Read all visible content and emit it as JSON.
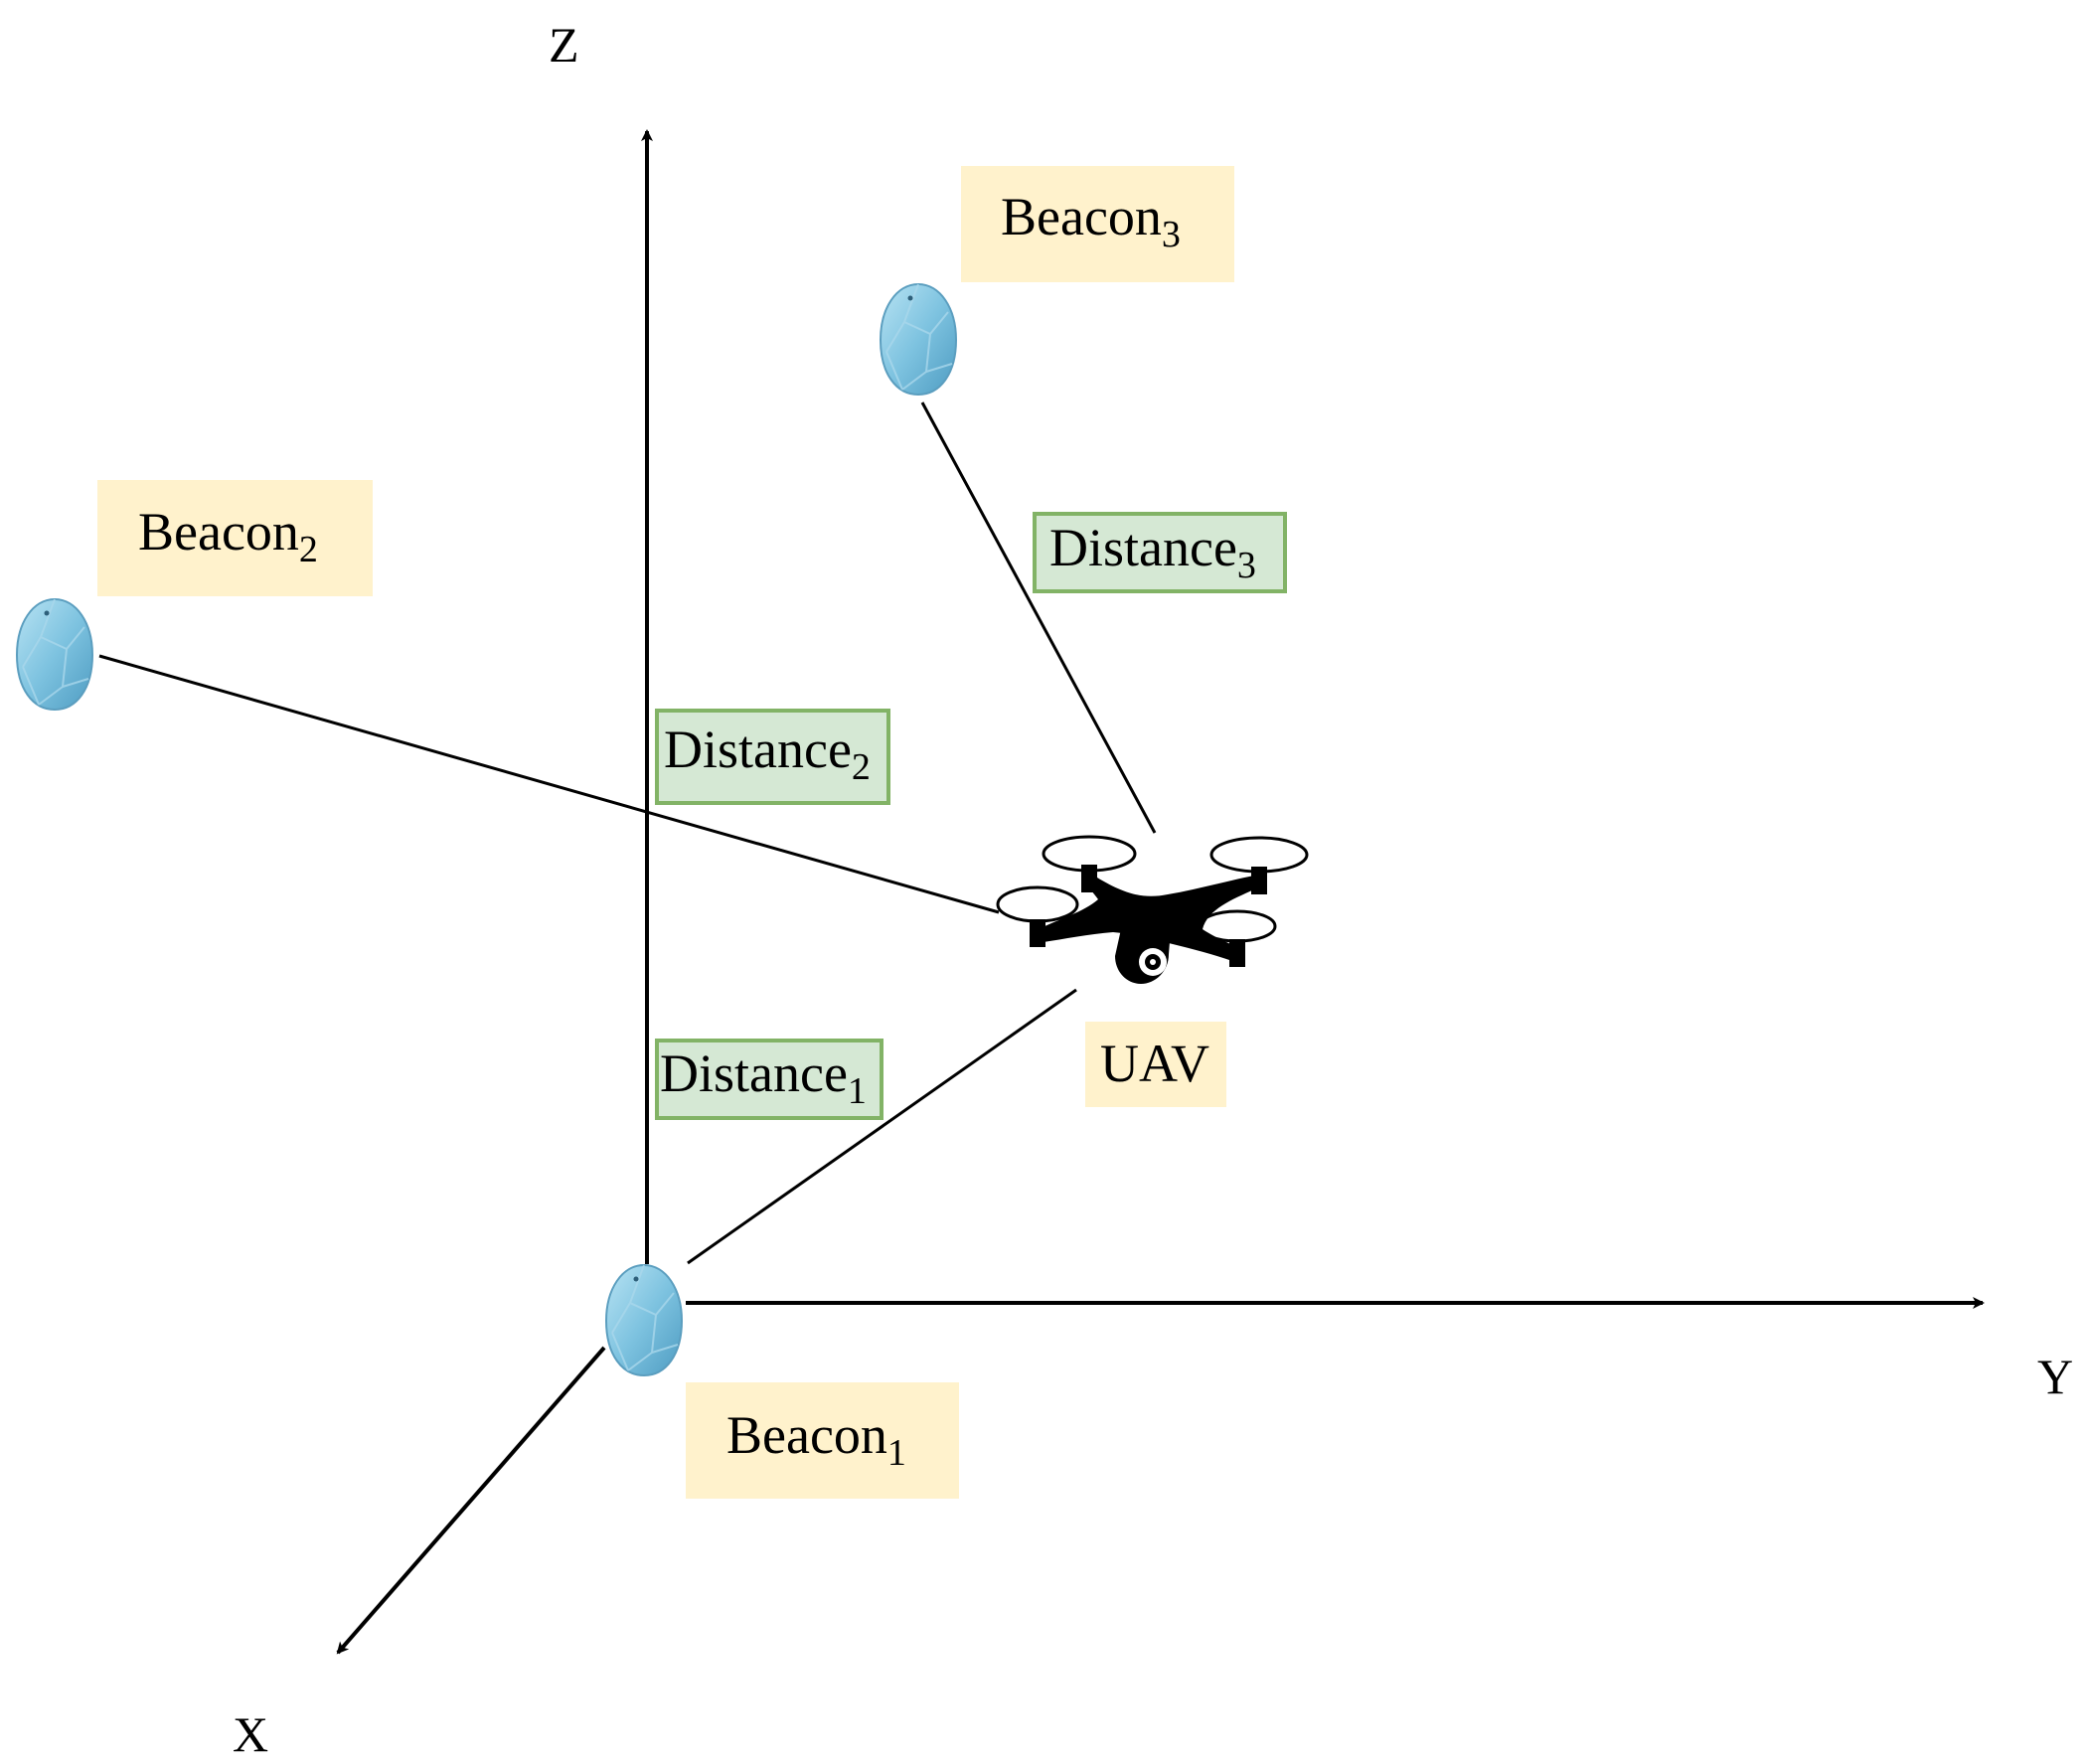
{
  "axes": {
    "x": "X",
    "y": "Y",
    "z": "Z"
  },
  "beacons": [
    {
      "name": "Beacon",
      "sub": "1"
    },
    {
      "name": "Beacon",
      "sub": "2"
    },
    {
      "name": "Beacon",
      "sub": "3"
    }
  ],
  "distances": [
    {
      "name": "Distance",
      "sub": "1"
    },
    {
      "name": "Distance",
      "sub": "2"
    },
    {
      "name": "Distance",
      "sub": "3"
    }
  ],
  "uav": {
    "label": "UAV"
  },
  "colors": {
    "beacon_box_fill": "#FFF2CC",
    "distance_box_fill": "#D5E8D4",
    "distance_box_stroke": "#82B366",
    "beacon_icon": "#7EC3E0",
    "line": "#000000"
  },
  "icons": {
    "beacon": "beacon-icon",
    "uav": "drone-icon"
  }
}
